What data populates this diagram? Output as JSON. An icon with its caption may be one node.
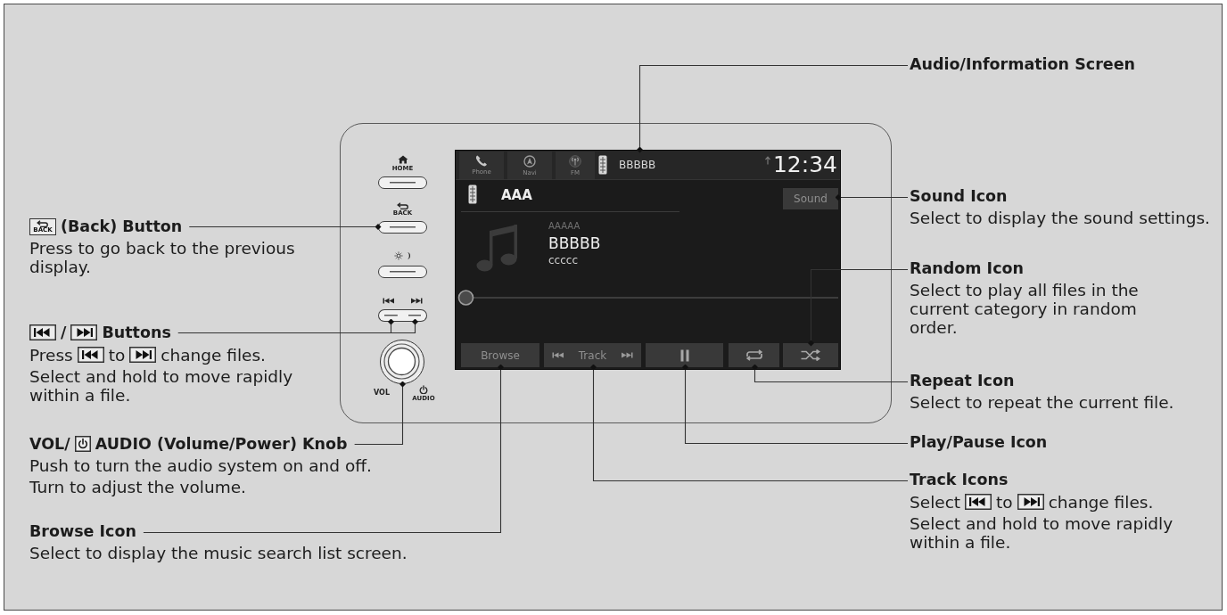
{
  "diagram": {
    "nodes": [
      {
        "text": [
          "Audio/Information Screen"
        ]
      },
      {
        "text": [
          "BACK",
          "(Back) Button",
          "Press to go back to the previous display."
        ]
      },
      {
        "text": [
          "/",
          "Buttons",
          "Press",
          "to",
          "change files.",
          "Select and hold to move rapidly within a file."
        ]
      },
      {
        "text": [
          "VOL/",
          "AUDIO (Volume/Power) Knob",
          "Push to turn the audio system on and off.",
          "Turn to adjust the volume."
        ]
      },
      {
        "text": [
          "Browse Icon",
          "Select to display the music search list screen."
        ]
      },
      {
        "text": [
          "Sound Icon",
          "Select to display the sound settings."
        ]
      },
      {
        "text": [
          "Random Icon",
          "Select to play all files in the current category in random order."
        ]
      },
      {
        "text": [
          "Repeat Icon",
          "Select to repeat the current file."
        ]
      },
      {
        "text": [
          "Play/Pause Icon"
        ]
      },
      {
        "text": [
          "Track Icons",
          "Select",
          "to",
          "change files.",
          "Select and hold to move rapidly within a file."
        ]
      },
      {
        "text": [],
        "shape": "box"
      },
      {
        "text": [],
        "shape": "box",
        "beside": [
          "HOME"
        ],
        "in": 10
      },
      {
        "text": [],
        "shape": "box",
        "beside": [
          "BACK"
        ],
        "in": 10
      },
      {
        "text": [],
        "shape": "box",
        "in": 10
      },
      {
        "text": [],
        "shape": "box",
        "in": 10
      },
      {
        "text": [],
        "shape": "box",
        "in": 10
      },
      {
        "text": [],
        "shape": "circle",
        "beside": [
          "VOL",
          "AUDIO"
        ],
        "in": 10
      },
      {
        "text": [
          "Phone",
          "Navi",
          "FM",
          "BBBBB",
          "12:34",
          "AAA",
          "AAAAA",
          "BBBBB",
          "ccccc"
        ],
        "in": 10
      },
      {
        "text": [
          "Sound"
        ],
        "in": 17
      },
      {
        "text": [
          "Browse"
        ],
        "in": 17
      },
      {
        "text": [
          "Track"
        ],
        "in": 17
      },
      {
        "text": [],
        "shape": "box",
        "in": 17
      },
      {
        "text": [],
        "shape": "box",
        "in": 17
      },
      {
        "text": [],
        "shape": "box",
        "in": 17
      }
    ],
    "edges": [
      {
        "from": 0,
        "to": 17,
        "arrow": "other"
      },
      {
        "from": 1,
        "to": 12,
        "arrow": "other"
      },
      {
        "from": 2,
        "to": 14,
        "arrow": "other"
      },
      {
        "from": 2,
        "to": 15,
        "arrow": "other"
      },
      {
        "from": 3,
        "to": 16,
        "arrow": "other"
      },
      {
        "from": 4,
        "to": 19,
        "arrow": "other"
      },
      {
        "from": 5,
        "to": 18,
        "arrow": "other"
      },
      {
        "from": 6,
        "to": 23,
        "arrow": "other"
      },
      {
        "from": 7,
        "to": 22,
        "arrow": "other"
      },
      {
        "from": 8,
        "to": 21,
        "arrow": "other"
      },
      {
        "from": 9,
        "to": 20,
        "arrow": "other"
      }
    ]
  }
}
